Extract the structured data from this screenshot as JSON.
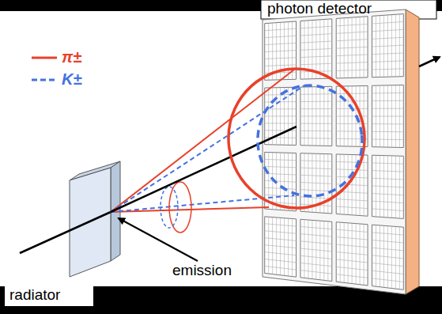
{
  "diagram": {
    "labels": [
      "photon detector",
      "emission",
      "radiator"
    ],
    "legend": [
      {
        "text": "π±"
      },
      {
        "text": "K±"
      }
    ]
  }
}
